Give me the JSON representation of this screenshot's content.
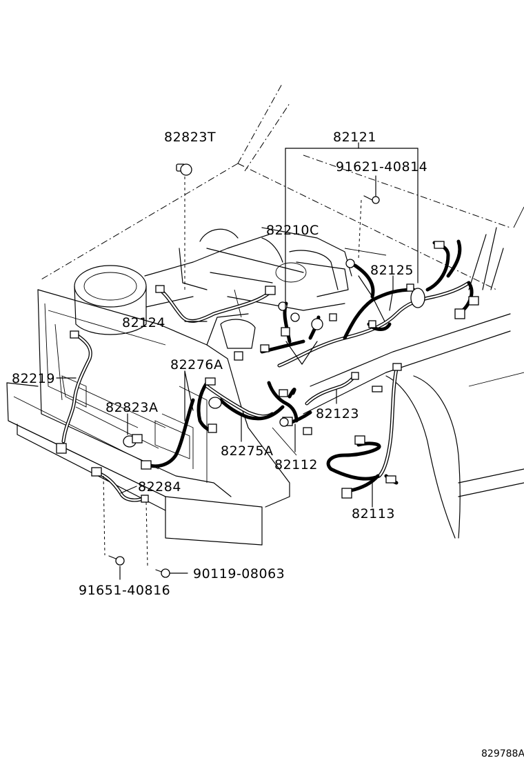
{
  "diagram": {
    "part_labels": {
      "p82823T": "82823T",
      "p82121": "82121",
      "p91621": "91621-40814",
      "p82210C": "82210C",
      "p82125": "82125",
      "p82124": "82124",
      "p82276A": "82276A",
      "p82219": "82219",
      "p82823A": "82823A",
      "p82123": "82123",
      "p82275A": "82275A",
      "p82112": "82112",
      "p82284": "82284",
      "p82113": "82113",
      "p90119": "90119-08063",
      "p91651": "91651-40816"
    },
    "illustration_code": "829788A"
  }
}
